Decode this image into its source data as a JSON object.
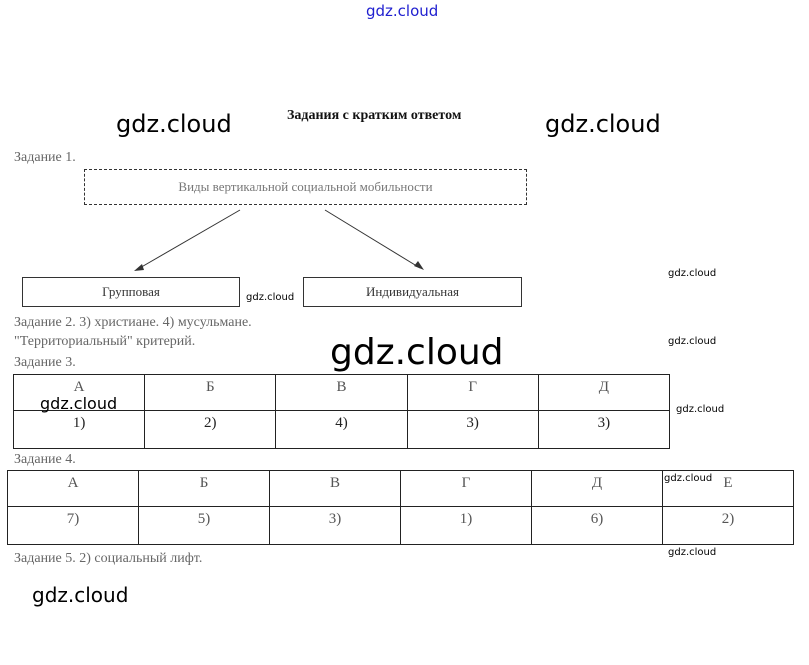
{
  "watermark": "gdz.cloud",
  "title": "Задания с кратким ответом",
  "task1": {
    "label": "Задание 1.",
    "root": "Виды вертикальной социальной мобильности",
    "left": "Групповая",
    "right": "Индивидуальная"
  },
  "task2": {
    "line1": "Задание 2. 3) христиане. 4) мусульмане.",
    "line2": "\"Территориальный\" критерий."
  },
  "task3": {
    "label": "Задание 3.",
    "headers": [
      "А",
      "Б",
      "В",
      "Г",
      "Д"
    ],
    "values": [
      "1)",
      "2)",
      "4)",
      "3)",
      "3)"
    ]
  },
  "task4": {
    "label": "Задание 4.",
    "headers": [
      "А",
      "Б",
      "В",
      "Г",
      "Д",
      "Е"
    ],
    "values": [
      "7)",
      "5)",
      "3)",
      "1)",
      "6)",
      "2)"
    ]
  },
  "task5": {
    "label": "Задание 5. 2) социальный лифт."
  }
}
